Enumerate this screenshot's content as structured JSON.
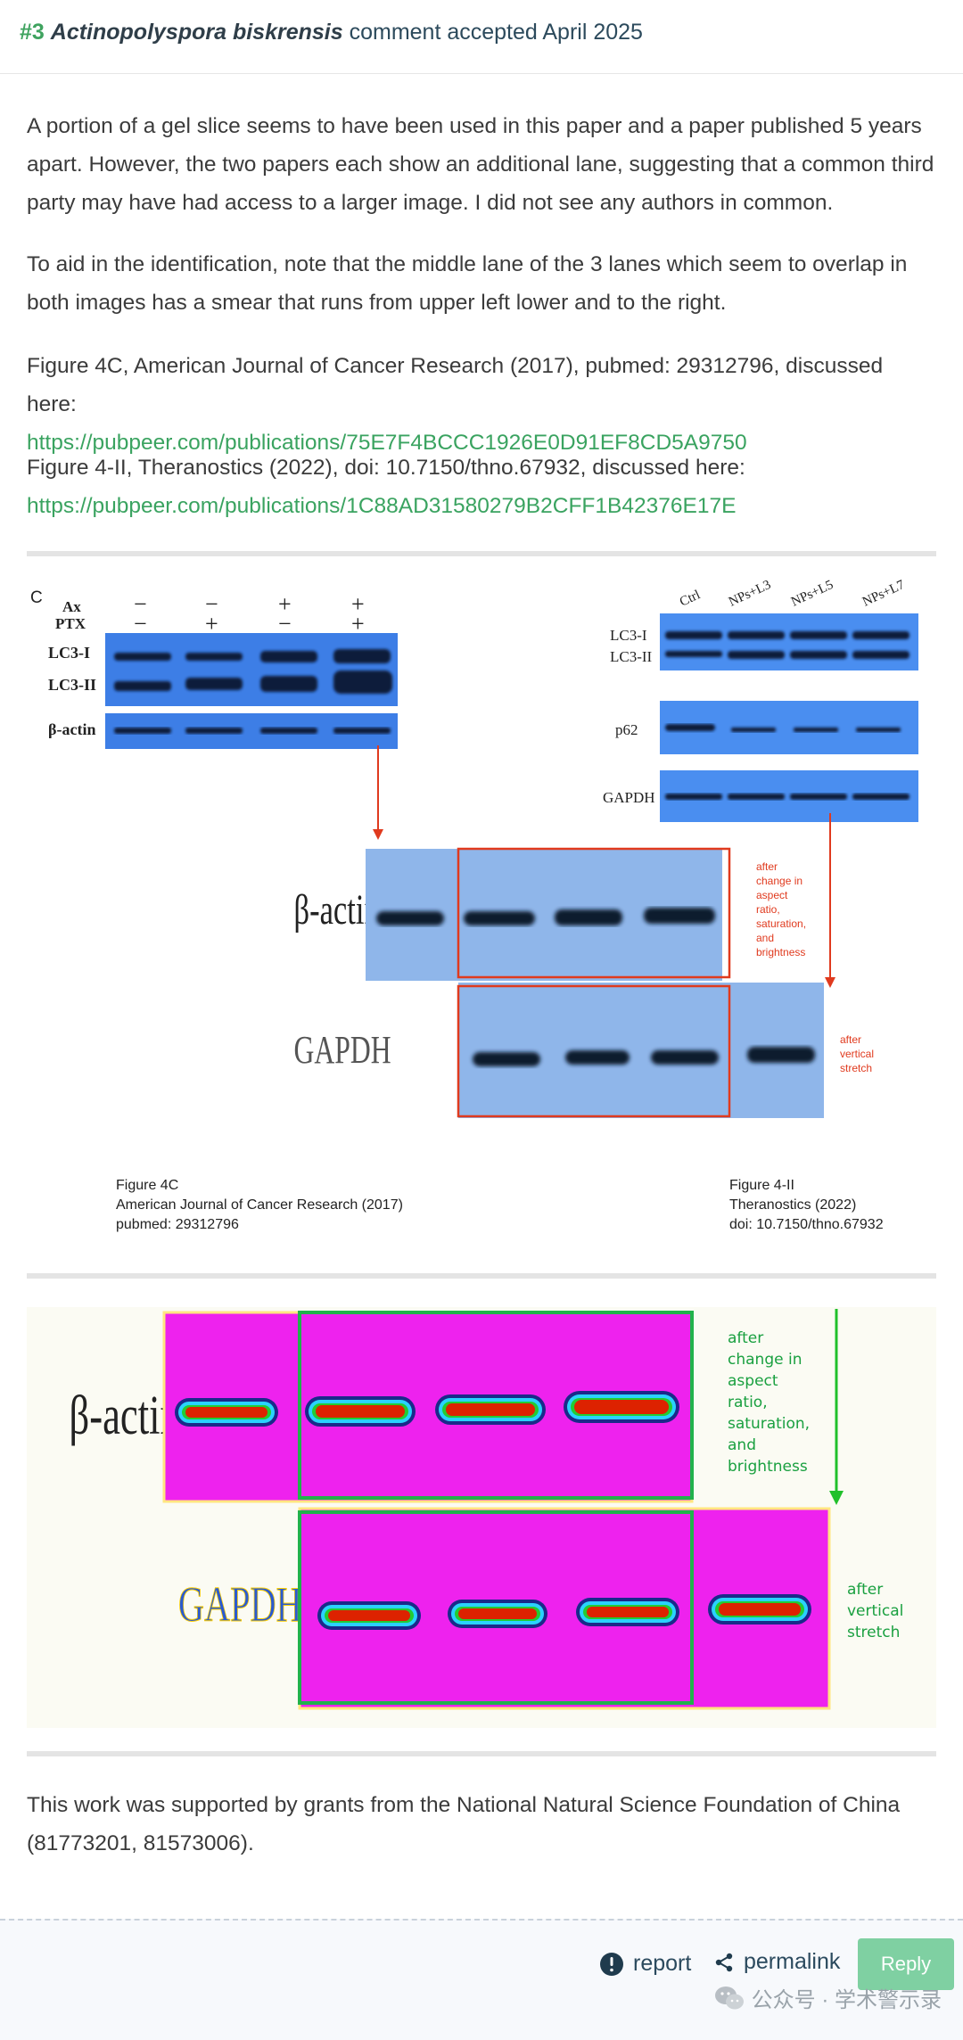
{
  "header": {
    "number": "#3",
    "name": "Actinopolyspora biskrensis",
    "status": "comment accepted April 2025"
  },
  "body": {
    "p1": "A portion of a gel slice seems to have been used in this paper and a paper published 5 years apart. However, the two papers each show an additional lane, suggesting that a common third party may have had access to a larger image. I did not see any authors in common.",
    "p2": "To aid in the identification, note that the middle lane of the 3 lanes which seem to overlap in both images has a smear that runs from upper left lower and to the right.",
    "p3_text": "Figure 4C, American Journal of Cancer Research (2017), pubmed: 29312796, discussed here:",
    "p3_link": "https://pubpeer.com/publications/75E7F4BCCC1926E0D91EF8CD5A9750",
    "p4_text": "Figure 4-II, Theranostics (2022), doi: 10.7150/thno.67932, discussed here:",
    "p4_link": "https://pubpeer.com/publications/1C88AD31580279B2CFF1B42376E17E",
    "p5": "This work was supported by grants from the National Natural Science Foundation of China (81773201, 81573006)."
  },
  "figure1": {
    "panel_letter": "C",
    "ax": "Ax",
    "ptx": "PTX",
    "ax_signs": [
      "−",
      "−",
      "+",
      "+"
    ],
    "ptx_signs": [
      "−",
      "+",
      "−",
      "+"
    ],
    "lc3i": "LC3-I",
    "lc3ii": "LC3-II",
    "bactin": "β-actin",
    "lanes_right": [
      "Ctrl",
      "NPs+L3",
      "NPs+L5",
      "NPs+L7"
    ],
    "r_lc3i": "LC3-I",
    "r_lc3ii": "LC3-II",
    "p62": "p62",
    "gapdh": "GAPDH",
    "big_bactin": "β-actin",
    "big_gapdh": "GAPDH",
    "note1": [
      "after",
      "change in",
      "aspect",
      "ratio,",
      "saturation,",
      "and",
      "brightness"
    ],
    "note2": [
      "after",
      "vertical",
      "stretch"
    ],
    "cap_left": [
      "Figure 4C",
      "American Journal of Cancer Research (2017)",
      "pubmed: 29312796"
    ],
    "cap_right": [
      "Figure 4-II",
      "Theranostics (2022)",
      "doi: 10.7150/thno.67932"
    ]
  },
  "figure2": {
    "bactin": "β-actin",
    "gapdh": "GAPDH",
    "note1": [
      "after",
      "change in",
      "aspect",
      "ratio,",
      "saturation,",
      "and",
      "brightness"
    ],
    "note2": [
      "after",
      "vertical",
      "stretch"
    ]
  },
  "footer": {
    "report": "report",
    "permalink": "permalink",
    "reply": "Reply",
    "watermark": "公众号 · 学术警示录"
  },
  "colors": {
    "accent_green": "#3fa35f",
    "link_green": "#3aa360",
    "blot_blue": "#8fb6ea",
    "red_box": "#e03a1e",
    "green_box": "#21b24b",
    "magenta": "#ee22ee"
  }
}
